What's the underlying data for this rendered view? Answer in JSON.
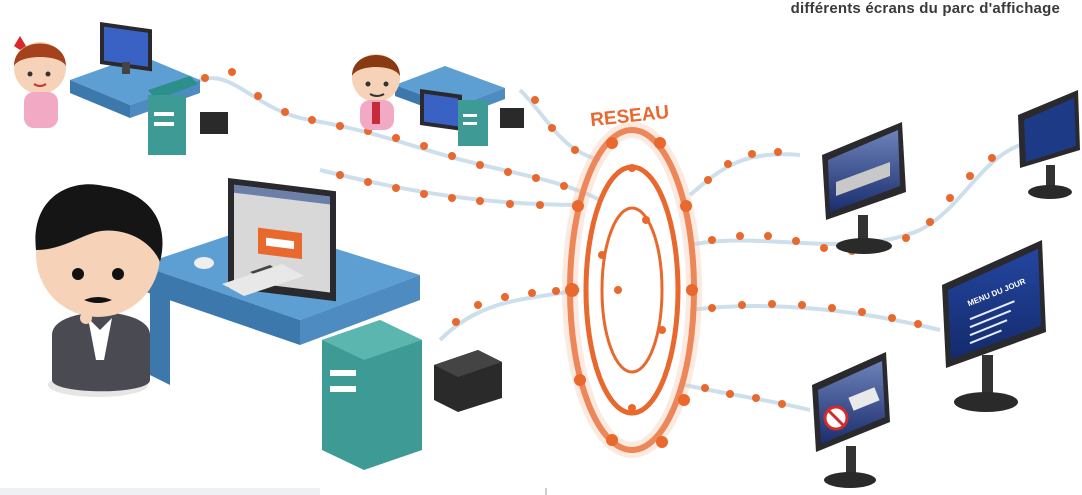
{
  "caption": "différents écrans du parc d'affichage",
  "network": {
    "label": "RESEAU"
  },
  "colors": {
    "accent": "#e9682e",
    "desk_blue": "#5d9fd2",
    "desk_side": "#3c78ab",
    "tower": "#3e9a95",
    "cable": "#c8dbe9",
    "screen_frame": "#2a2a2e",
    "screen_blue": "#1d3a86"
  },
  "workstations": [
    {
      "name": "female-operator"
    },
    {
      "name": "male-operator"
    },
    {
      "name": "main-operator"
    }
  ],
  "displays": [
    {
      "name": "display-top-center"
    },
    {
      "name": "display-top-right"
    },
    {
      "name": "display-menu"
    },
    {
      "name": "display-no-smoking"
    }
  ],
  "menu_screen": {
    "title": "MENU DU JOUR"
  }
}
